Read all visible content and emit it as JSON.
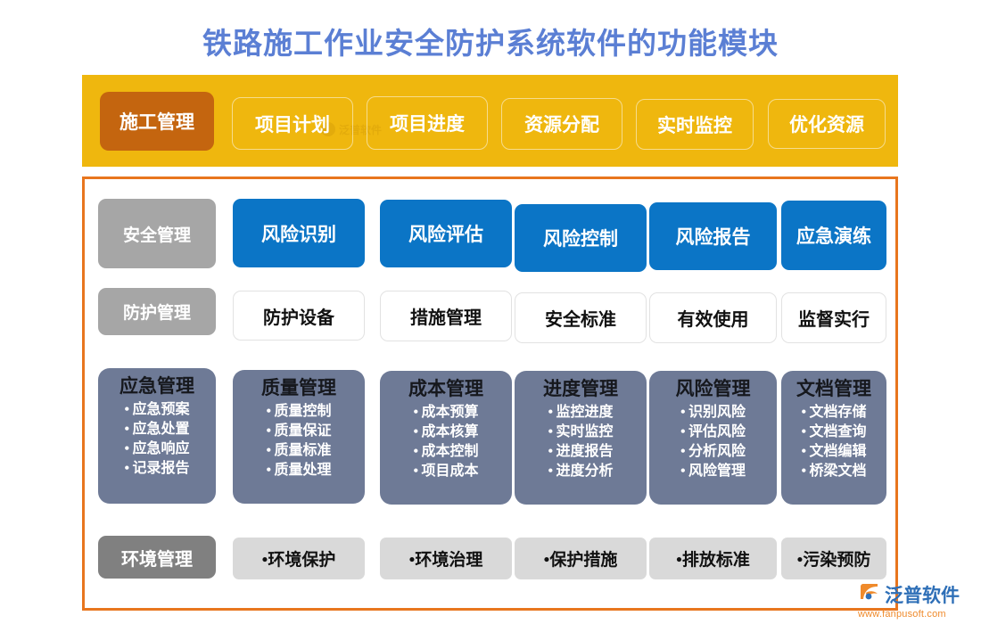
{
  "page": {
    "title": "铁路施工作业安全防护系统软件的功能模块",
    "title_color": "#5b7fd4",
    "header_band_color": "#efb70e",
    "panel_border_color": "#e8761e",
    "accent_blue": "#0b75c6",
    "card_color": "#6e7a96",
    "label_gray": "#a6a6a6",
    "label_dark_gray": "#808080",
    "item_gray": "#d9d9d9",
    "active_tab_color": "#c4650f"
  },
  "header": {
    "watermark": "泛普软件",
    "items": [
      {
        "label": "施工管理",
        "state": "active"
      },
      {
        "label": "项目计划",
        "state": "ghost"
      },
      {
        "label": "项目进度",
        "state": "ghost"
      },
      {
        "label": "资源分配",
        "state": "ghost"
      },
      {
        "label": "实时监控",
        "state": "ghost"
      },
      {
        "label": "优化资源",
        "state": "ghost"
      }
    ]
  },
  "rows": {
    "safety": {
      "label": "安全管理",
      "items": [
        "风险识别",
        "风险评估",
        "风险控制",
        "风险报告",
        "应急演练"
      ]
    },
    "protection": {
      "label": "防护管理",
      "items": [
        "防护设备",
        "措施管理",
        "安全标准",
        "有效使用",
        "监督实行"
      ]
    },
    "environment": {
      "label": "环境管理",
      "items": [
        "•环境保护",
        "•环境治理",
        "•保护措施",
        "•排放标准",
        "•污染预防"
      ]
    }
  },
  "cards": [
    {
      "title": "应急管理",
      "items": [
        "应急预案",
        "应急处置",
        "应急响应",
        "记录报告"
      ]
    },
    {
      "title": "质量管理",
      "items": [
        "质量控制",
        "质量保证",
        "质量标准",
        "质量处理"
      ]
    },
    {
      "title": "成本管理",
      "items": [
        "成本预算",
        "成本核算",
        "成本控制",
        "项目成本"
      ]
    },
    {
      "title": "进度管理",
      "items": [
        "监控进度",
        "实时监控",
        "进度报告",
        "进度分析"
      ]
    },
    {
      "title": "风险管理",
      "items": [
        "识别风险",
        "评估风险",
        "分析风险",
        "风险管理"
      ]
    },
    {
      "title": "文档管理",
      "items": [
        "文档存储",
        "文档查询",
        "文档编辑",
        "桥梁文档"
      ]
    }
  ],
  "logo": {
    "name": "泛普软件",
    "url": "www.fanpusoft.com"
  }
}
